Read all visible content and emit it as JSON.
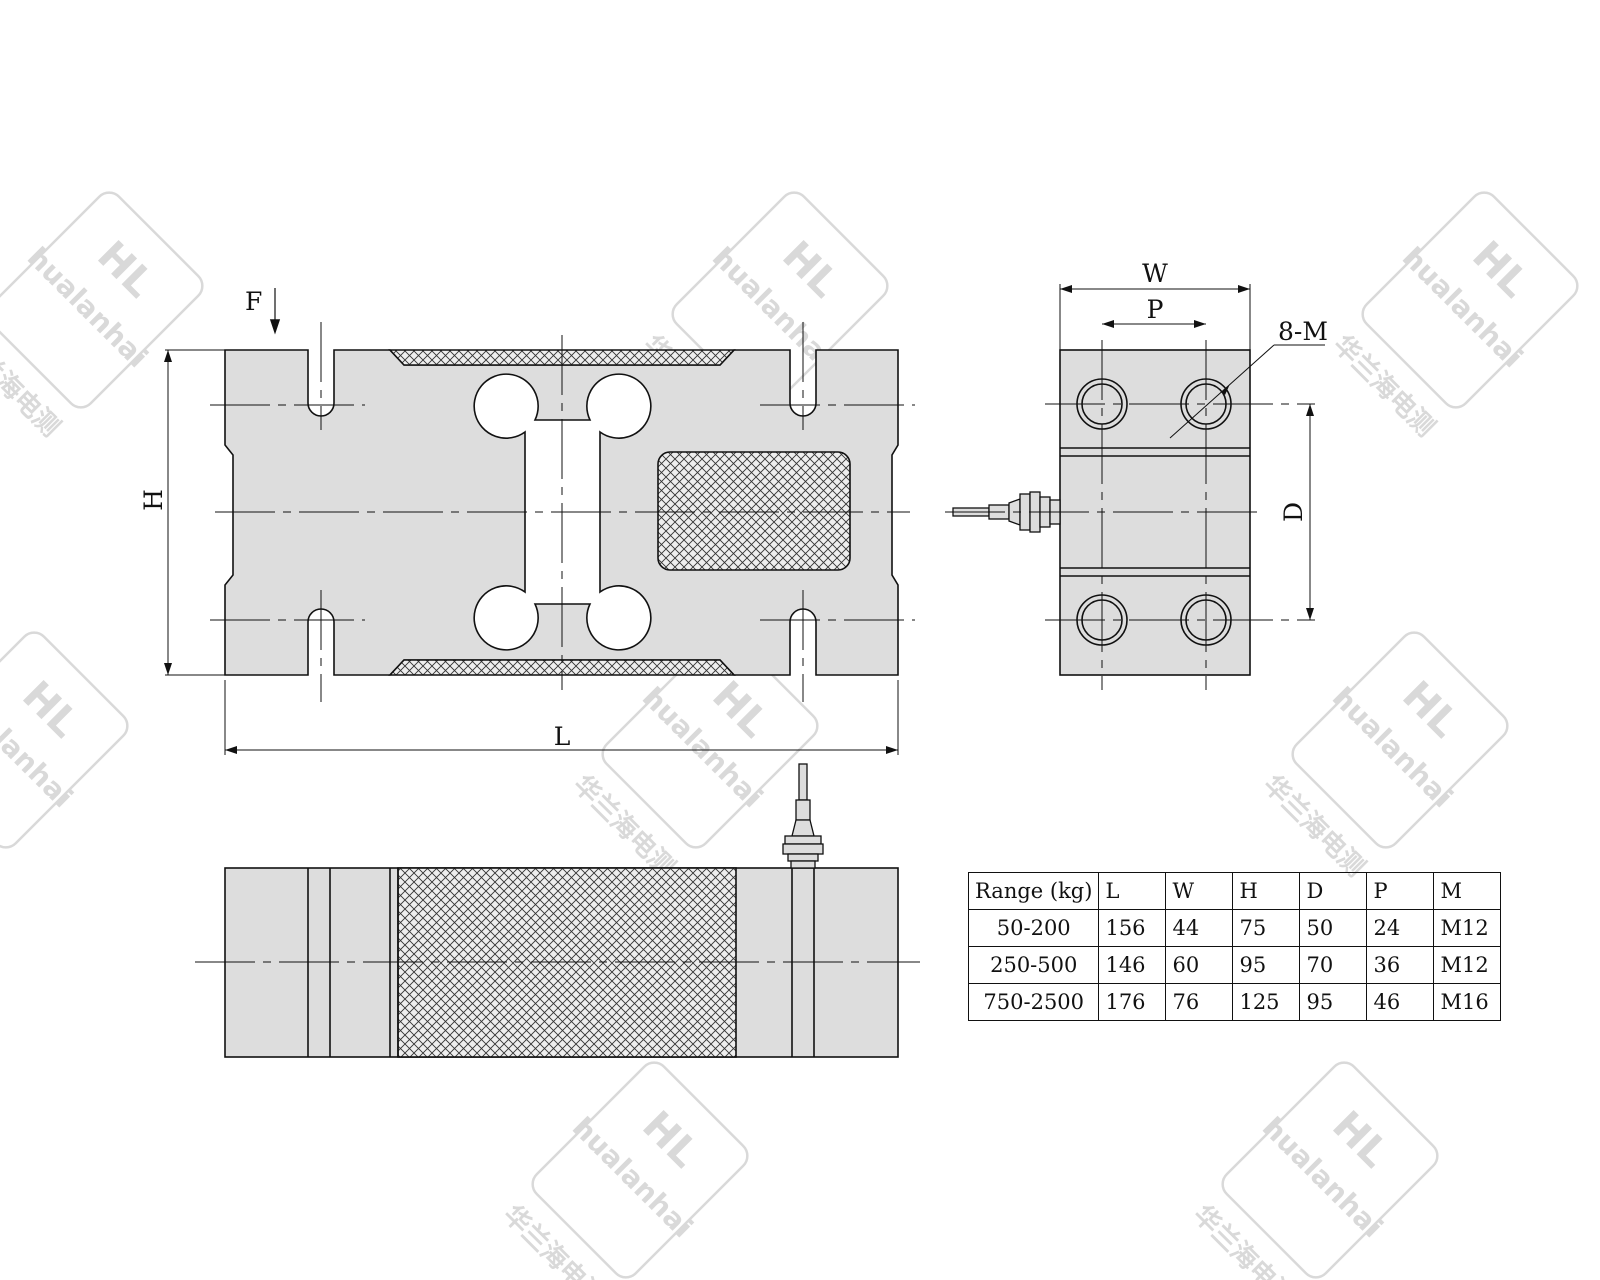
{
  "labels": {
    "force": "F",
    "height": "H",
    "length": "L",
    "width": "W",
    "pitch": "P",
    "holes": "8-M",
    "distance": "D"
  },
  "watermark": {
    "logo": "HL",
    "brand_en": "hualanhai",
    "brand_cn": "华兰海电测"
  },
  "table": {
    "headers": [
      "Range (kg)",
      "L",
      "W",
      "H",
      "D",
      "P",
      "M"
    ],
    "rows": [
      [
        "50-200",
        "156",
        "44",
        "75",
        "50",
        "24",
        "M12"
      ],
      [
        "250-500",
        "146",
        "60",
        "95",
        "70",
        "36",
        "M12"
      ],
      [
        "750-2500",
        "176",
        "76",
        "125",
        "95",
        "46",
        "M16"
      ]
    ]
  },
  "colors": {
    "body_fill": "#dddddd",
    "line": "#111111",
    "watermark": "#d6d6d6"
  }
}
